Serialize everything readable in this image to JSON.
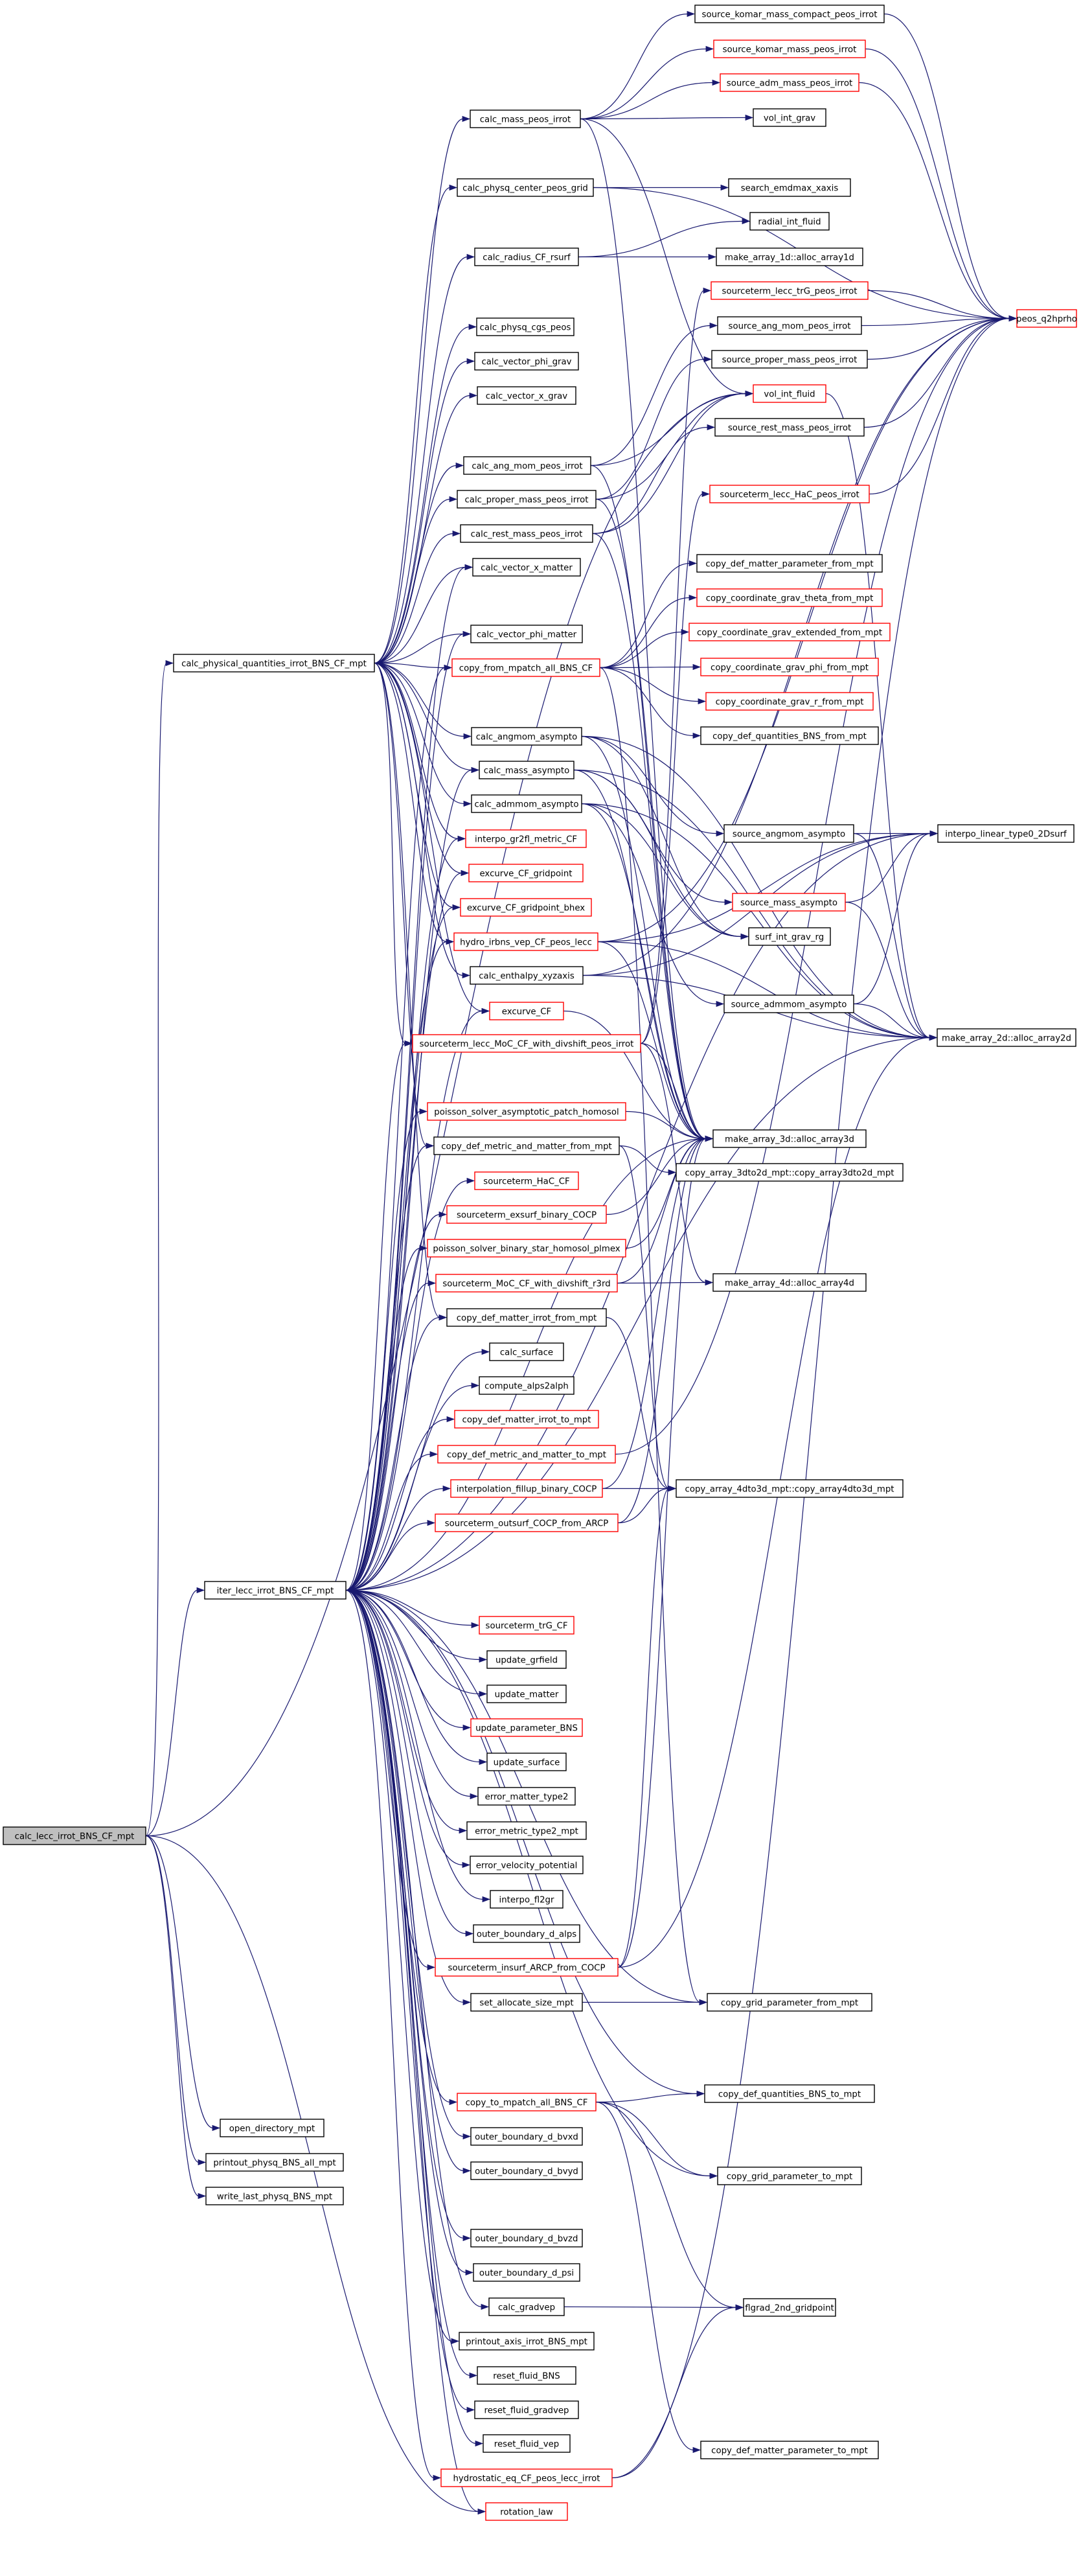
{
  "colors": {
    "edge": "#191970",
    "box_border": "#000000",
    "red_border": "#ff0000",
    "root_fill": "#bfbfbf",
    "background": "#ffffff"
  },
  "nodes": {
    "root": "calc_lecc_irrot_BNS_CF_mpt",
    "c1_calc_physical": "calc_physical_quantities_irrot_BNS_CF_mpt",
    "c1_iter": "iter_lecc_irrot_BNS_CF_mpt",
    "c1_open_dir": "open_directory_mpt",
    "c1_printout_all": "printout_physq_BNS_all_mpt",
    "c1_write_last": "write_last_physq_BNS_mpt",
    "c2_mass_peos": "calc_mass_peos_irrot",
    "c2_center_peos": "calc_physq_center_peos_grid",
    "c2_radius_cf": "calc_radius_CF_rsurf",
    "c2_cgs_peos": "calc_physq_cgs_peos",
    "c2_vec_phi_grav": "calc_vector_phi_grav",
    "c2_vec_x_grav": "calc_vector_x_grav",
    "c2_ang_mom_peos": "calc_ang_mom_peos_irrot",
    "c2_proper_mass_peos": "calc_proper_mass_peos_irrot",
    "c2_rest_mass_peos": "calc_rest_mass_peos_irrot",
    "c2_vec_x_matter": "calc_vector_x_matter",
    "c2_vec_phi_matter": "calc_vector_phi_matter",
    "c2_copy_from_mpatch": "copy_from_mpatch_all_BNS_CF",
    "c2_angmom_asympto": "calc_angmom_asympto",
    "c2_mass_asympto": "calc_mass_asympto",
    "c2_admmom_asympto": "calc_admmom_asympto",
    "c2_interpo_gr2fl": "interpo_gr2fl_metric_CF",
    "c2_excurve_gridpoint": "excurve_CF_gridpoint",
    "c2_excurve_bhex": "excurve_CF_gridpoint_bhex",
    "c2_hydro_vep": "hydro_irbns_vep_CF_peos_lecc",
    "c2_enthalpy": "calc_enthalpy_xyzaxis",
    "c2_excurve": "excurve_CF",
    "c2_st_lecc_moc": "sourceterm_lecc_MoC_CF_with_divshift_peos_irrot",
    "c2_poisson_asym": "poisson_solver_asymptotic_patch_homosol",
    "c2_copy_def_metric_matter_from": "copy_def_metric_and_matter_from_mpt",
    "c2_st_hac": "sourceterm_HaC_CF",
    "c2_st_exsurf": "sourceterm_exsurf_binary_COCP",
    "c2_poisson_bin": "poisson_solver_binary_star_homosol_plmex",
    "c2_st_moc": "sourceterm_MoC_CF_with_divshift_r3rd",
    "c2_copy_def_matter_irrot_from": "copy_def_matter_irrot_from_mpt",
    "c2_calc_surface": "calc_surface",
    "c2_compute_alps": "compute_alps2alph",
    "c2_copy_def_matter_irrot_to": "copy_def_matter_irrot_to_mpt",
    "c2_copy_def_metric_matter_to": "copy_def_metric_and_matter_to_mpt",
    "c2_interp_fillup": "interpolation_fillup_binary_COCP",
    "c2_st_outsurf": "sourceterm_outsurf_COCP_from_ARCP",
    "c2_st_trg": "sourceterm_trG_CF",
    "c2_update_grfield": "update_grfield",
    "c2_update_matter": "update_matter",
    "c2_update_param": "update_parameter_BNS",
    "c2_update_surface": "update_surface",
    "c2_err_matter": "error_matter_type2",
    "c2_err_metric": "error_metric_type2_mpt",
    "c2_err_velocity": "error_velocity_potential",
    "c2_interpo_fl2gr": "interpo_fl2gr",
    "c2_ob_alps": "outer_boundary_d_alps",
    "c2_st_insurf": "sourceterm_insurf_ARCP_from_COCP",
    "c2_set_allocate": "set_allocate_size_mpt",
    "c2_copy_to_mpatch": "copy_to_mpatch_all_BNS_CF",
    "c2_ob_bvxd": "outer_boundary_d_bvxd",
    "c2_ob_bvyd": "outer_boundary_d_bvyd",
    "c2_ob_bvzd": "outer_boundary_d_bvzd",
    "c2_ob_psi": "outer_boundary_d_psi",
    "c2_calc_gradvep": "calc_gradvep",
    "c2_printout_axis": "printout_axis_irrot_BNS_mpt",
    "c2_reset_fluid": "reset_fluid_BNS",
    "c2_reset_gradvep": "reset_fluid_gradvep",
    "c2_reset_vep": "reset_fluid_vep",
    "c2_hydrostatic": "hydrostatic_eq_CF_peos_lecc_irrot",
    "c2_rotation": "rotation_law",
    "c3_komar_compact": "source_komar_mass_compact_peos_irrot",
    "c3_komar_mass": "source_komar_mass_peos_irrot",
    "c3_adm_mass": "source_adm_mass_peos_irrot",
    "c3_vol_int_grav": "vol_int_grav",
    "c3_search_emdmax": "search_emdmax_xaxis",
    "c3_radial_int": "radial_int_fluid",
    "c3_alloc_1d": "make_array_1d::alloc_array1d",
    "c3_st_lecc_trg": "sourceterm_lecc_trG_peos_irrot",
    "c3_src_ang_mom": "source_ang_mom_peos_irrot",
    "c3_src_proper_mass": "source_proper_mass_peos_irrot",
    "c3_vol_int_fluid": "vol_int_fluid",
    "c3_src_rest_mass": "source_rest_mass_peos_irrot",
    "c3_st_lecc_hac": "sourceterm_lecc_HaC_peos_irrot",
    "c3_copy_def_matter_param_from": "copy_def_matter_parameter_from_mpt",
    "c3_coord_theta": "copy_coordinate_grav_theta_from_mpt",
    "c3_coord_ext": "copy_coordinate_grav_extended_from_mpt",
    "c3_coord_phi": "copy_coordinate_grav_phi_from_mpt",
    "c3_coord_r": "copy_coordinate_grav_r_from_mpt",
    "c3_copy_def_q_from": "copy_def_quantities_BNS_from_mpt",
    "c3_src_angmom_asym": "source_angmom_asympto",
    "c3_src_mass_asym": "source_mass_asympto",
    "c3_surf_int": "surf_int_grav_rg",
    "c3_src_admmom_asym": "source_admmom_asympto",
    "c3_alloc_3d": "make_array_3d::alloc_array3d",
    "c3_copy_3dto2d": "copy_array_3dto2d_mpt::copy_array3dto2d_mpt",
    "c3_alloc_4d": "make_array_4d::alloc_array4d",
    "c3_copy_4dto3d": "copy_array_4dto3d_mpt::copy_array4dto3d_mpt",
    "c3_copy_grid_from": "copy_grid_parameter_from_mpt",
    "c3_copy_def_q_to": "copy_def_quantities_BNS_to_mpt",
    "c3_copy_grid_to": "copy_grid_parameter_to_mpt",
    "c3_flgrad": "flgrad_2nd_gridpoint",
    "c3_copy_def_matter_param_to": "copy_def_matter_parameter_to_mpt",
    "c4_peos": "peos_q2hprho",
    "c4_interpo_linear": "interpo_linear_type0_2Dsurf",
    "c4_alloc_2d": "make_array_2d::alloc_array2d"
  }
}
